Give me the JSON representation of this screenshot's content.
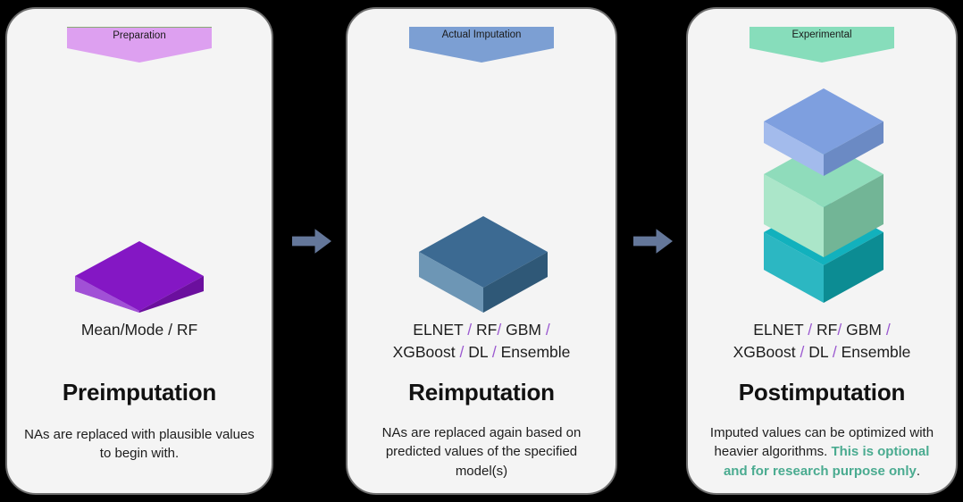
{
  "colors": {
    "panel_bg": "#f4f4f4",
    "panel_border": "#6d6d6d",
    "canvas_bg": "#000000",
    "banner_preparation": "#dda0f0",
    "banner_actual": "#7c9fd3",
    "banner_experimental": "#87ddbb",
    "arrow": "#64779a",
    "slash_accent": "#9b59d0",
    "highlight_green": "#4aab90",
    "purple_top": "#8417c4",
    "purple_left": "#a150d6",
    "purple_right": "#6b0f9e",
    "blue_top": "#3c6a92",
    "blue_left": "#6d96b5",
    "blue_right": "#2f5877",
    "periwinkle_top": "#7e9fdf",
    "periwinkle_left": "#a3bbec",
    "periwinkle_right": "#6b8ac4",
    "mint_top": "#8fdcbb",
    "mint_left": "#abe6c9",
    "mint_right": "#72b596",
    "teal_top": "#12b1bd",
    "teal_left": "#2cb7c2",
    "teal_right": "#0c8c93"
  },
  "panels": [
    {
      "id": "preimputation",
      "banner": "Preparation",
      "banner_color": "#dda0f0",
      "algorithms": "Mean/Mode / RF",
      "title": "Preimputation",
      "description": "NAs are replaced with plausible values to begin with.",
      "shape": "single-flat-slab-purple"
    },
    {
      "id": "reimputation",
      "banner": "Actual Imputation",
      "banner_color": "#7c9fd3",
      "algorithms_line1": [
        "ELNET",
        "/",
        "RF",
        "/",
        "GBM",
        "/"
      ],
      "algorithms_line2": [
        "XGBoost",
        "/",
        "DL",
        "/",
        "Ensemble"
      ],
      "title": "Reimputation",
      "description": "NAs are replaced again based on predicted values of the specified model(s)",
      "shape": "single-cube-blue"
    },
    {
      "id": "postimputation",
      "banner": "Experimental",
      "banner_color": "#87ddbb",
      "algorithms_line1": [
        "ELNET",
        "/",
        "RF",
        "/",
        "GBM",
        "/"
      ],
      "algorithms_line2": [
        "XGBoost",
        "/",
        "DL",
        "/",
        "Ensemble"
      ],
      "title": "Postimputation",
      "description_plain_1": "Imputed values can be optimized with heavier algorithms. ",
      "description_highlight": "This is optional and for research purpose only",
      "description_plain_2": ".",
      "shape": "stacked-three-boxes"
    }
  ],
  "arrows": [
    {
      "name": "arrow-preimputation-to-reimputation",
      "direction": "right"
    },
    {
      "name": "arrow-reimputation-to-postimputation",
      "direction": "right"
    }
  ]
}
